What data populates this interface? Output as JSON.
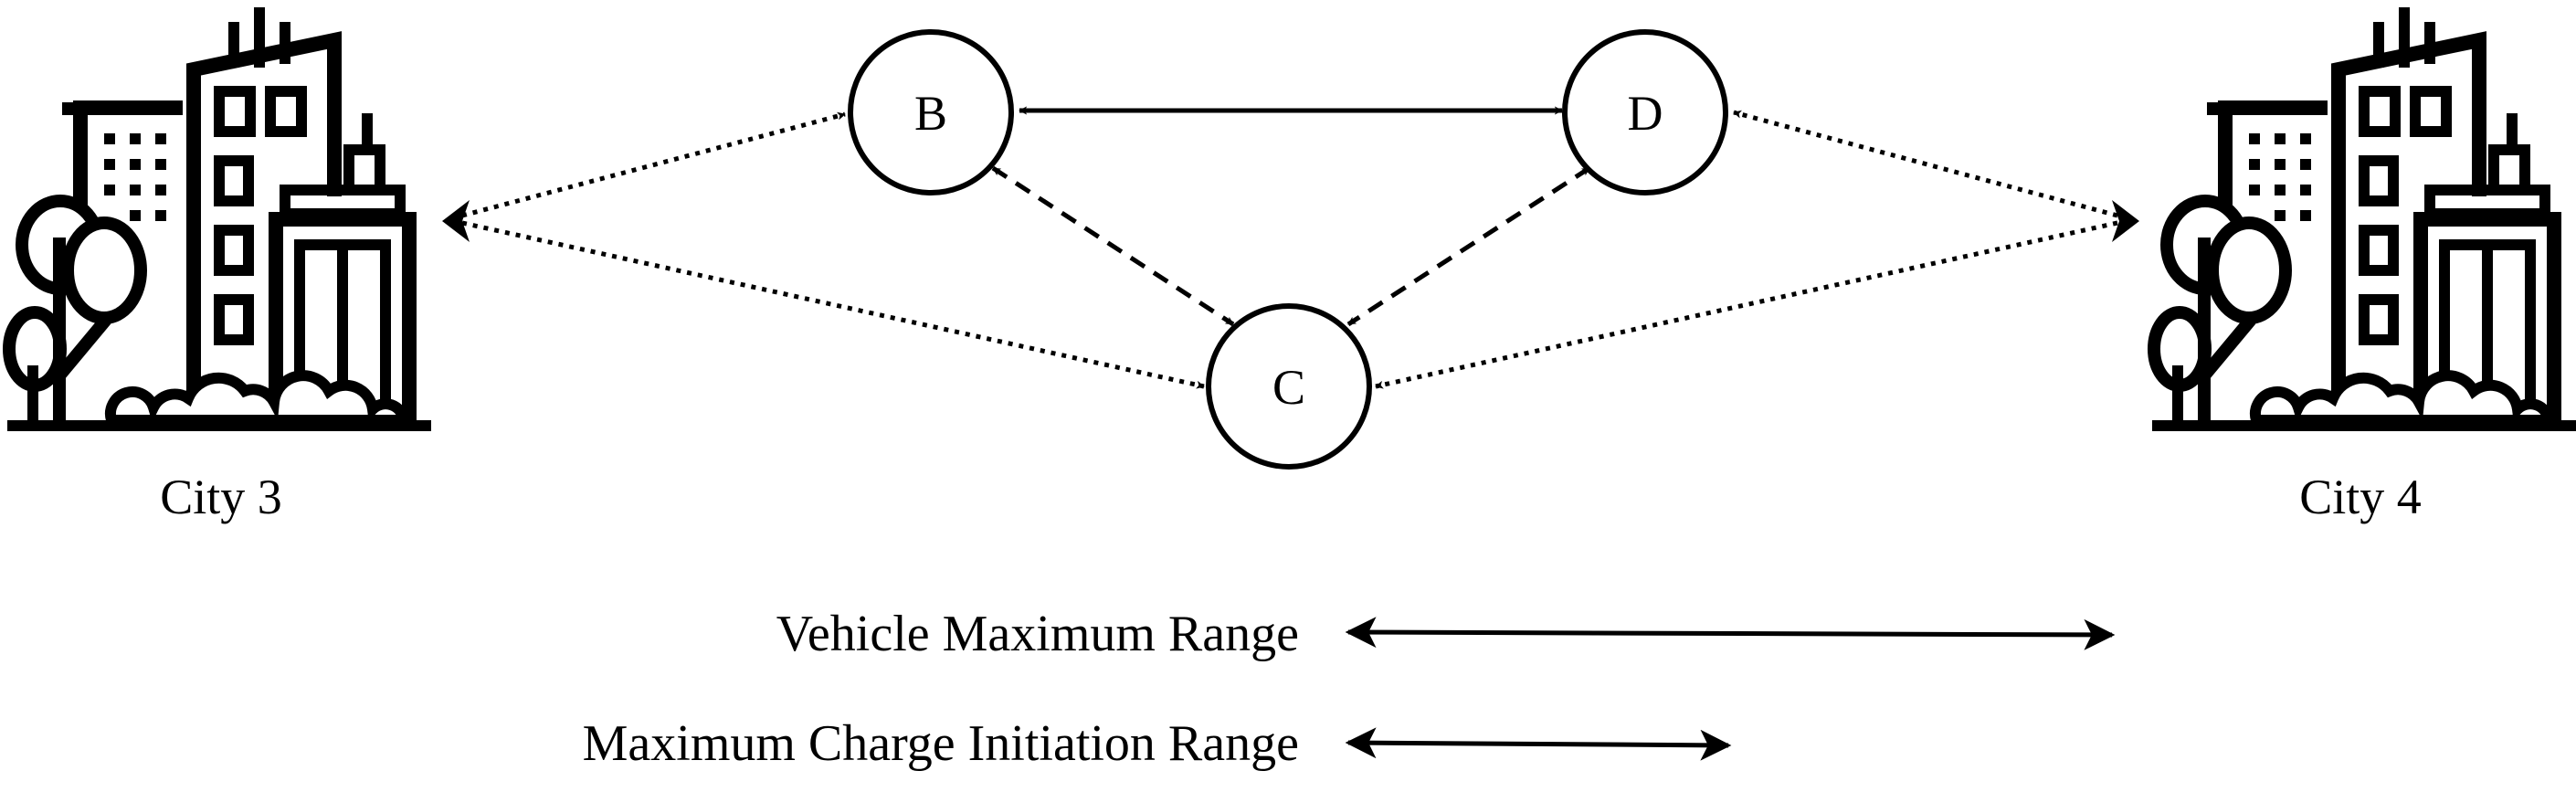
{
  "diagram": {
    "nodes": {
      "b": "B",
      "c": "C",
      "d": "D"
    },
    "cities": {
      "left": "City 3",
      "right": "City 4"
    },
    "legend": {
      "vehicle_range": "Vehicle Maximum Range",
      "charge_range": "Maximum Charge Initiation Range"
    },
    "icons": {
      "city": "city-buildings-icon"
    },
    "colors": {
      "stroke": "#000000",
      "background": "#ffffff"
    }
  }
}
